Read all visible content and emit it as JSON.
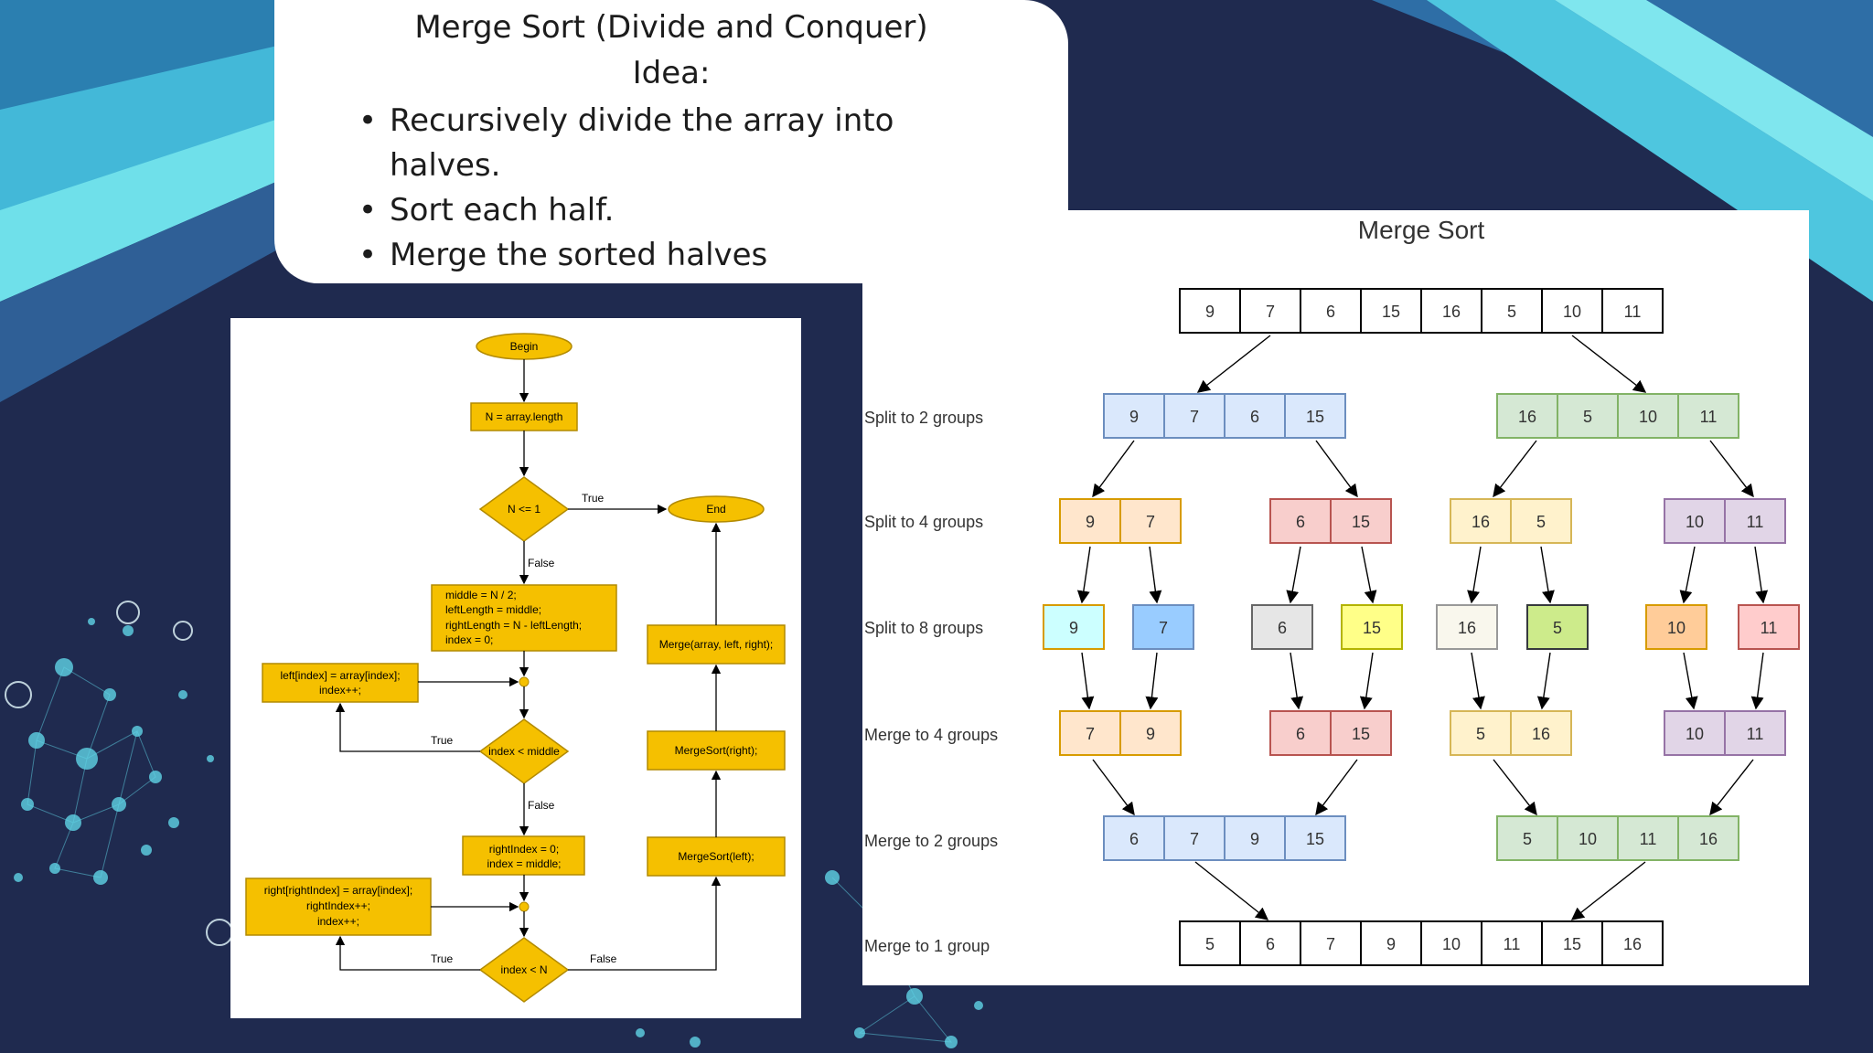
{
  "header": {
    "title_line1": "Merge Sort (Divide and Conquer)",
    "title_line2": "Idea:",
    "bullets": [
      "Recursively divide the array into halves.",
      "Sort each half.",
      "Merge the sorted halves"
    ]
  },
  "colors": {
    "background_dark": "#1f2a4f",
    "background_stripe": "#4cc9e0",
    "node_yellow": "#f5c000",
    "node_border": "#c79a00"
  },
  "flowchart": {
    "begin": "Begin",
    "n_assign": "N = array.length",
    "n_check": "N <= 1",
    "true_label": "True",
    "false_label": "False",
    "end": "End",
    "init_lines": [
      "middle = N / 2;",
      "leftLength = middle;",
      "rightLength = N - leftLength;",
      "index = 0;"
    ],
    "left_copy_lines": [
      "left[index] = array[index];",
      "index++;"
    ],
    "index_middle_check": "index < middle",
    "right_init_lines": [
      "rightIndex = 0;",
      "index = middle;"
    ],
    "right_copy_lines": [
      "right[rightIndex] = array[index];",
      "rightIndex++;",
      "index++;"
    ],
    "index_n_check": "index < N",
    "merge_call": "Merge(array, left, right);",
    "sort_right": "MergeSort(right);",
    "sort_left": "MergeSort(left);"
  },
  "merge_diagram": {
    "title": "Merge Sort",
    "row_labels": [
      "Split to 2 groups",
      "Split to 4 groups",
      "Split to 8 groups",
      "Merge to 4 groups",
      "Merge to 2 groups",
      "Merge to 1 group"
    ],
    "initial": [
      "9",
      "7",
      "6",
      "15",
      "16",
      "5",
      "10",
      "11"
    ],
    "split2": [
      [
        "9",
        "7",
        "6",
        "15"
      ],
      [
        "16",
        "5",
        "10",
        "11"
      ]
    ],
    "split4": [
      [
        "9",
        "7"
      ],
      [
        "6",
        "15"
      ],
      [
        "16",
        "5"
      ],
      [
        "10",
        "11"
      ]
    ],
    "split8": [
      "9",
      "7",
      "6",
      "15",
      "16",
      "5",
      "10",
      "11"
    ],
    "merge4": [
      [
        "7",
        "9"
      ],
      [
        "6",
        "15"
      ],
      [
        "5",
        "16"
      ],
      [
        "10",
        "11"
      ]
    ],
    "merge2": [
      [
        "6",
        "7",
        "9",
        "15"
      ],
      [
        "5",
        "10",
        "11",
        "16"
      ]
    ],
    "merge1": [
      "5",
      "6",
      "7",
      "9",
      "10",
      "11",
      "15",
      "16"
    ],
    "group_colors": {
      "blue": "#dae8fc",
      "blue_border": "#6c8ebf",
      "green": "#d5e8d4",
      "green_border": "#82b366",
      "orange": "#ffe6cc",
      "orange_border": "#d79b00",
      "red": "#f8cecc",
      "red_border": "#b85450",
      "yellow": "#fff2cc",
      "yellow_border": "#d6b656",
      "purple": "#e1d5e7",
      "purple_border": "#9673a6",
      "leaf_colors": [
        "#ccffff",
        "#99ccff",
        "#e6e6e6",
        "#ffff88",
        "#f9f7ed",
        "#cdeb8b",
        "#ffcc99",
        "#ffcccc"
      ]
    }
  }
}
